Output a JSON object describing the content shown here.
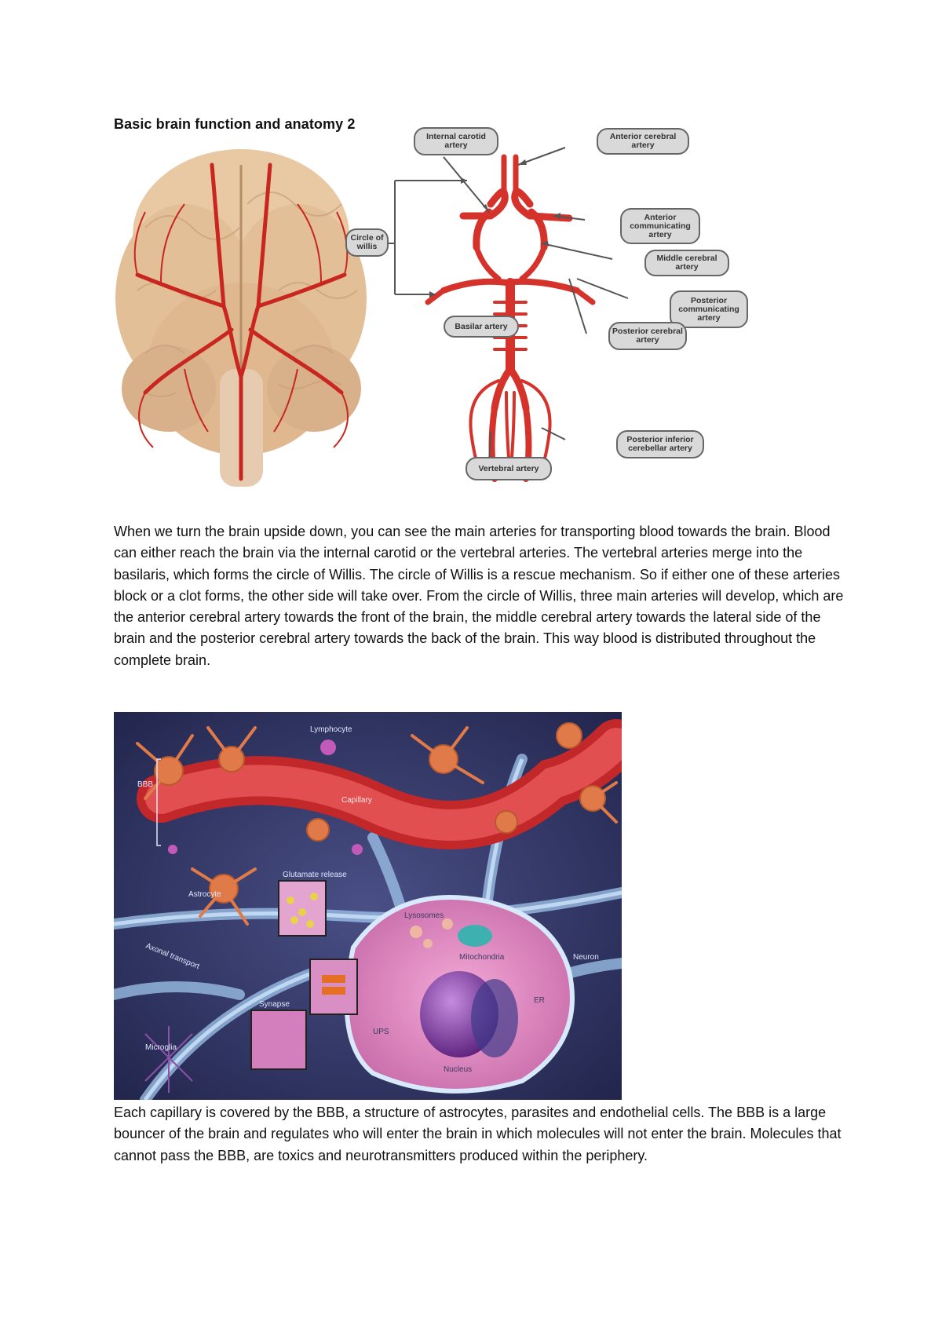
{
  "title": "Basic brain function and anatomy 2",
  "figure1": {
    "labels": {
      "internal_carotid": "Internal carotid artery",
      "anterior_cerebral": "Anterior cerebral artery",
      "circle_of_willis": "Circle of willis",
      "anterior_communicating": "Anterior communicating artery",
      "middle_cerebral": "Middle cerebral artery",
      "posterior_communicating": "Posterior communicating artery",
      "basilar": "Basilar artery",
      "posterior_cerebral": "Posterior cerebral artery",
      "posterior_inferior_cerebellar": "Posterior inferior cerebellar artery",
      "vertebral": "Vertebral artery"
    }
  },
  "paragraph1": "When we turn the brain upside down, you can see the main arteries for transporting blood towards the brain. Blood can either reach the brain via the internal carotid or the vertebral arteries. The vertebral arteries merge into the basilaris, which forms the circle of Willis. The circle of Willis is a rescue mechanism. So if either one of these arteries block or a clot forms, the other side will take over. From the circle of Willis, three main arteries will develop, which are the anterior cerebral artery towards the front of the brain, the middle cerebral artery towards the lateral side of the brain and the posterior cerebral artery towards the back of the brain. This way blood is distributed throughout the complete brain.",
  "figure2": {
    "labels": {
      "lymphocyte": "Lymphocyte",
      "bbb": "BBB",
      "capillary": "Capillary",
      "glutamate": "Glutamate release",
      "astrocyte": "Astrocyte",
      "axonal": "Axonal transport",
      "lysosomes": "Lysosomes",
      "mitochondria": "Mitochondria",
      "neuron": "Neuron",
      "er": "ER",
      "ups": "UPS",
      "nucleus": "Nucleus",
      "synapse": "Synapse",
      "microglia": "Microglia"
    }
  },
  "paragraph2": "Each capillary is covered by the BBB, a structure of astrocytes, parasites and endothelial cells. The BBB is a large bouncer of the brain and regulates who will enter the brain in which molecules will not enter the brain. Molecules that cannot pass the BBB, are toxics and neurotransmitters produced within the periphery."
}
